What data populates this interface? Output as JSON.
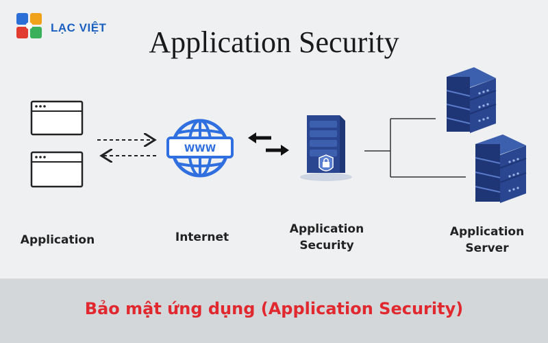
{
  "logo": {
    "text": "LẠC VIỆT"
  },
  "title": "Application Security",
  "nodes": {
    "application": "Application",
    "internet": "Internet",
    "internet_badge": "WWW",
    "security_line1": "Application",
    "security_line2": "Security",
    "server_line1": "Application",
    "server_line2": "Server"
  },
  "caption": "Bảo mật ứng dụng (Application Security)",
  "colors": {
    "logo_blue": "#1b5fc1",
    "caption_red": "#e0282e",
    "globe_blue": "#2f6fe0",
    "server_navy": "#1e3576",
    "server_light": "#3c5fae",
    "footer_gray": "#d4d7da"
  },
  "icons": [
    "logo-squares-icon",
    "browser-window-icon",
    "globe-www-icon",
    "exchange-arrows-icon",
    "security-server-lock-icon",
    "server-stack-icon"
  ]
}
